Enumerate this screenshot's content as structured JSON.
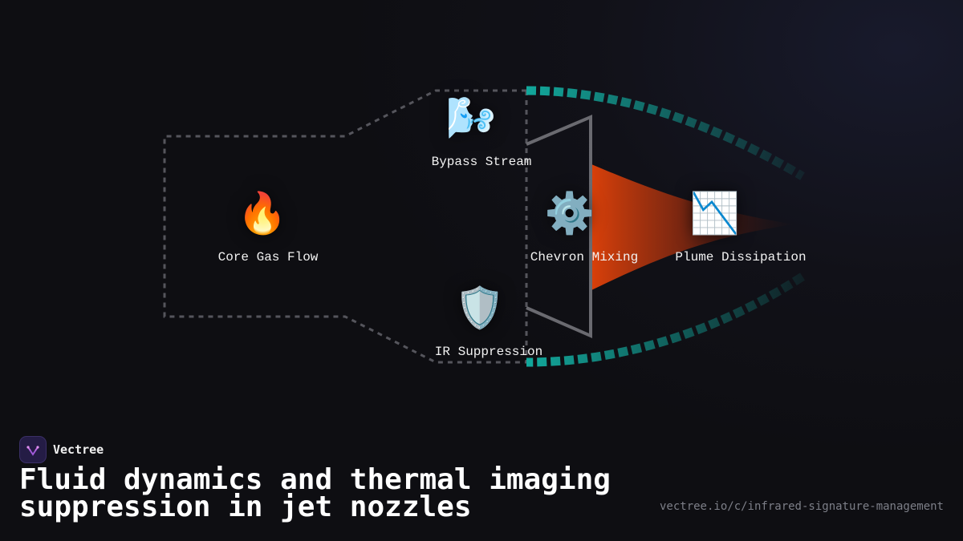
{
  "colors": {
    "background": "#111118",
    "nozzle_outline": "#5a5a60",
    "exhaust_arc": "#12a89c",
    "plume": "#d9400a",
    "brand_logo": "#241c45"
  },
  "nodes": {
    "core": {
      "label": "Core Gas Flow",
      "icon": "fire-icon",
      "glyph": "🔥"
    },
    "bypass": {
      "label": "Bypass Stream",
      "icon": "wind-icon",
      "glyph": "🌬️"
    },
    "chevron": {
      "label": "Chevron Mixing",
      "icon": "gear-icon",
      "glyph": "⚙️"
    },
    "ir": {
      "label": "IR Suppression",
      "icon": "shield-icon",
      "glyph": "🛡️"
    },
    "plume": {
      "label": "Plume Dissipation",
      "icon": "chart-decreasing-icon",
      "glyph": "📉"
    }
  },
  "brand": {
    "name": "Vectree",
    "logo_icon": "vectree-logo-icon"
  },
  "title": "Fluid dynamics and thermal imaging suppression in jet nozzles",
  "url": "vectree.io/c/infrared-signature-management"
}
